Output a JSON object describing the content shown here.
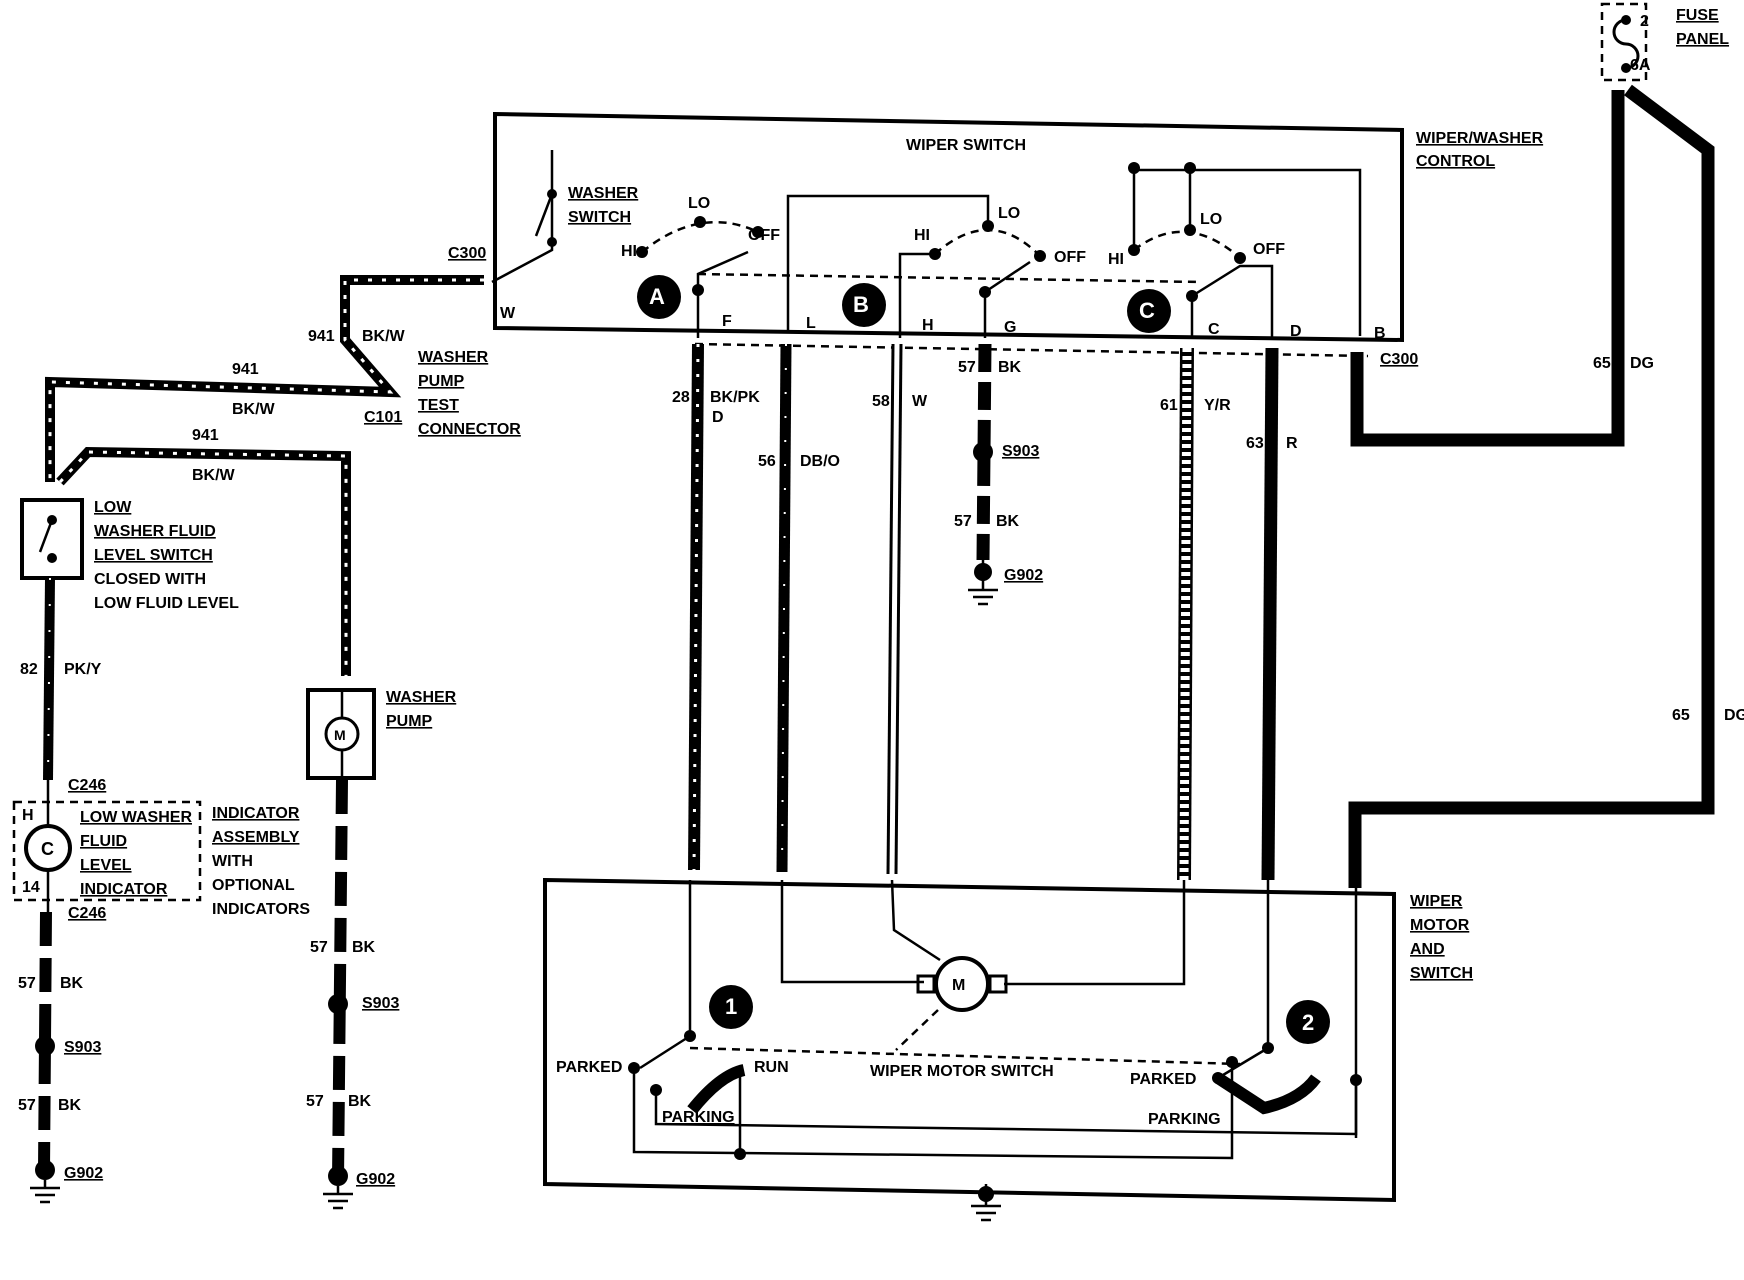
{
  "fuse_panel": {
    "fuse_number": "2",
    "fuse_rating": "6A",
    "label": [
      "FUSE",
      "PANEL"
    ]
  },
  "wiper_switch": {
    "title": "WIPER SWITCH",
    "module_label": [
      "WIPER/WASHER",
      "CONTROL"
    ],
    "washer_switch_label": [
      "WASHER",
      "SWITCH"
    ],
    "positions": {
      "hi": "HI",
      "lo": "LO",
      "off": "OFF"
    },
    "sections": [
      "A",
      "B",
      "C"
    ],
    "pins": [
      "W",
      "F",
      "L",
      "H",
      "G",
      "C",
      "D",
      "B"
    ],
    "connector": "C300"
  },
  "washer_pump_test": {
    "label": [
      "WASHER",
      "PUMP",
      "TEST",
      "CONNECTOR"
    ],
    "connector": "C101"
  },
  "low_fluid_switch": {
    "label": [
      "LOW",
      "WASHER FLUID",
      "LEVEL SWITCH"
    ],
    "note": [
      "CLOSED WITH",
      "LOW FLUID LEVEL"
    ]
  },
  "washer_pump": {
    "label": [
      "WASHER",
      "PUMP"
    ],
    "motor_symbol": "M"
  },
  "indicator": {
    "connector": "C246",
    "pin_h": "H",
    "pin_14": "14",
    "symbol": "C",
    "label": [
      "LOW WASHER",
      "FLUID",
      "LEVEL",
      "INDICATOR"
    ],
    "assembly_label": [
      "INDICATOR",
      "ASSEMBLY",
      "WITH",
      "OPTIONAL",
      "INDICATORS"
    ]
  },
  "wires": [
    {
      "circuit": "941",
      "color": "BK/W"
    },
    {
      "circuit": "941",
      "color": "BK/W"
    },
    {
      "circuit": "941",
      "color": "BK/W"
    },
    {
      "circuit": "82",
      "color": "PK/Y"
    },
    {
      "circuit": "57",
      "color": "BK"
    },
    {
      "circuit": "57",
      "color": "BK"
    },
    {
      "circuit": "57",
      "color": "BK"
    },
    {
      "circuit": "57",
      "color": "BK"
    },
    {
      "circuit": "57",
      "color": "BK"
    },
    {
      "circuit": "57",
      "color": "BK"
    },
    {
      "circuit": "28",
      "color": "BK/PK",
      "suffix": "D"
    },
    {
      "circuit": "56",
      "color": "DB/O"
    },
    {
      "circuit": "58",
      "color": "W"
    },
    {
      "circuit": "61",
      "color": "Y/R"
    },
    {
      "circuit": "63",
      "color": "R"
    },
    {
      "circuit": "65",
      "color": "DG"
    },
    {
      "circuit": "65",
      "color": "DG"
    }
  ],
  "splices": {
    "s903": "S903",
    "g902": "G902"
  },
  "wiper_motor": {
    "label": [
      "WIPER",
      "MOTOR",
      "AND",
      "SWITCH"
    ],
    "motor_symbol": "M",
    "switch_label": "WIPER MOTOR SWITCH",
    "markers": [
      "1",
      "2"
    ],
    "parked": "PARKED",
    "run": "RUN",
    "parking": "PARKING"
  }
}
